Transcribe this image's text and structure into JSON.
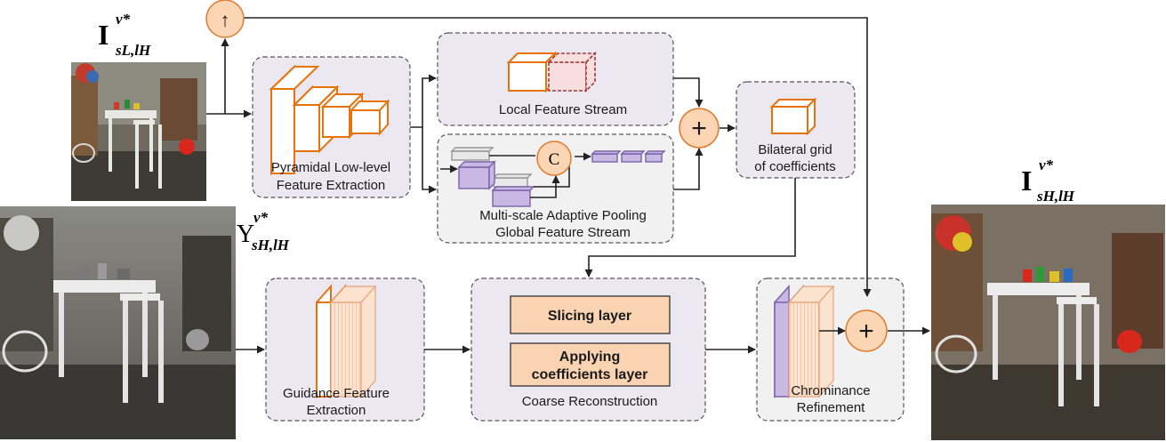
{
  "inputs": {
    "low_res_color": {
      "symbol": "I",
      "sup": "v*",
      "sub": "sL,lH"
    },
    "high_res_gray": {
      "symbol": "Y",
      "sup": "v*",
      "sub": "sH,lH"
    },
    "output_color": {
      "symbol": "I",
      "sup": "v*",
      "sub": "sH,lH"
    }
  },
  "modules": {
    "pyramidal": {
      "line1": "Pyramidal Low-level",
      "line2": "Feature Extraction"
    },
    "local": {
      "label": "Local Feature Stream"
    },
    "global": {
      "line1": "Multi-scale Adaptive Pooling",
      "line2": "Global Feature Stream"
    },
    "bilateral": {
      "line1": "Bilateral grid",
      "line2": "of coefficients"
    },
    "guidance": {
      "line1": "Guidance Feature",
      "line2": "Extraction"
    },
    "coarse": {
      "label": "Coarse Reconstruction",
      "slicing": "Slicing layer",
      "applying_line1": "Applying",
      "applying_line2": "coefficients layer"
    },
    "chrominance": {
      "line1": "Chrominance",
      "line2": "Refinement"
    }
  },
  "operators": {
    "upsample": "↑",
    "add": "+",
    "concat": "C"
  },
  "colors": {
    "orange": "#e8730c",
    "purple": "#8e78b3",
    "module_fill": "#ece8f2",
    "op_fill": "#fcd5b4"
  }
}
